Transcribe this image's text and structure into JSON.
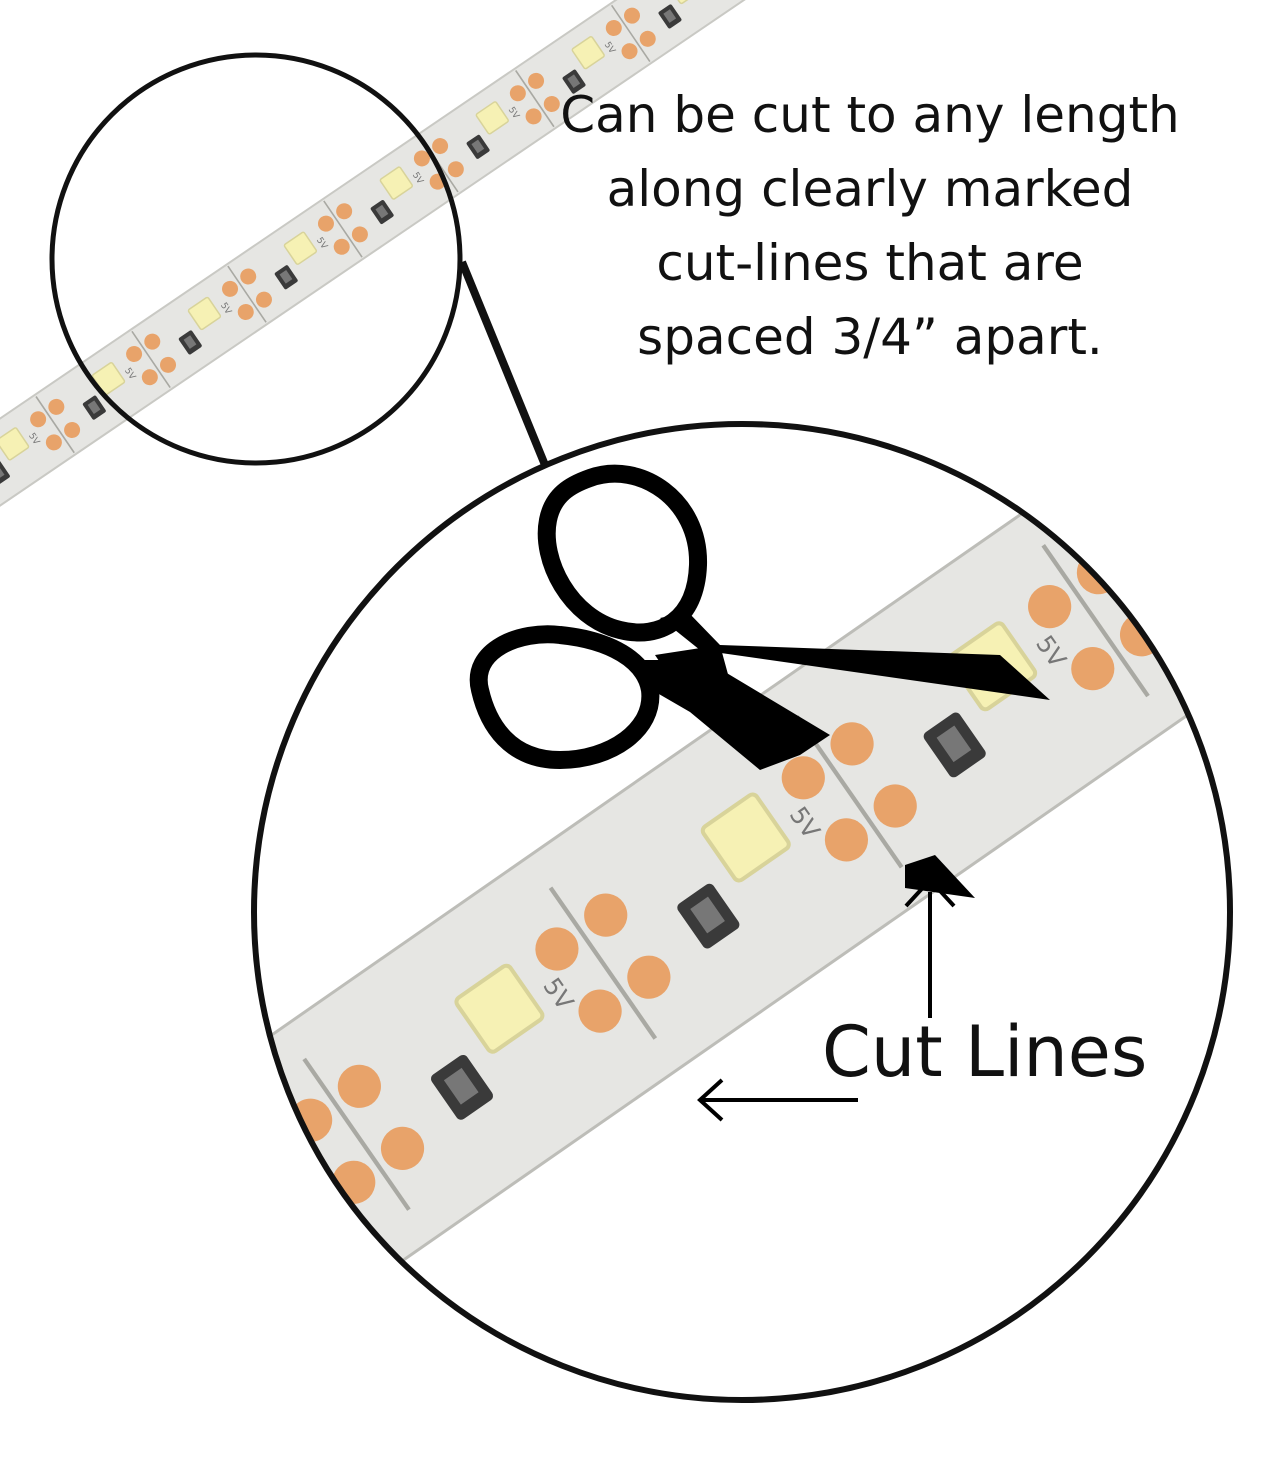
{
  "caption": {
    "lines": [
      "Can be cut to any length",
      "along clearly marked",
      "cut-lines that are",
      "spaced 3/4” apart."
    ]
  },
  "callout": {
    "label": "Cut Lines"
  },
  "strip": {
    "marking_voltage": "5V",
    "marking_plus": "+",
    "marking_minus": "–"
  },
  "icons": [
    "scissors-icon",
    "arrow-left-icon",
    "arrow-up-icon",
    "magnifier-circle"
  ],
  "colors": {
    "strip": "#e6e6e3",
    "strip_edge": "#c9c9c4",
    "copper_pad": "#e8a36a",
    "led": "#f6f1b4",
    "resistor": "#3a3a3a",
    "outline": "#111111"
  }
}
